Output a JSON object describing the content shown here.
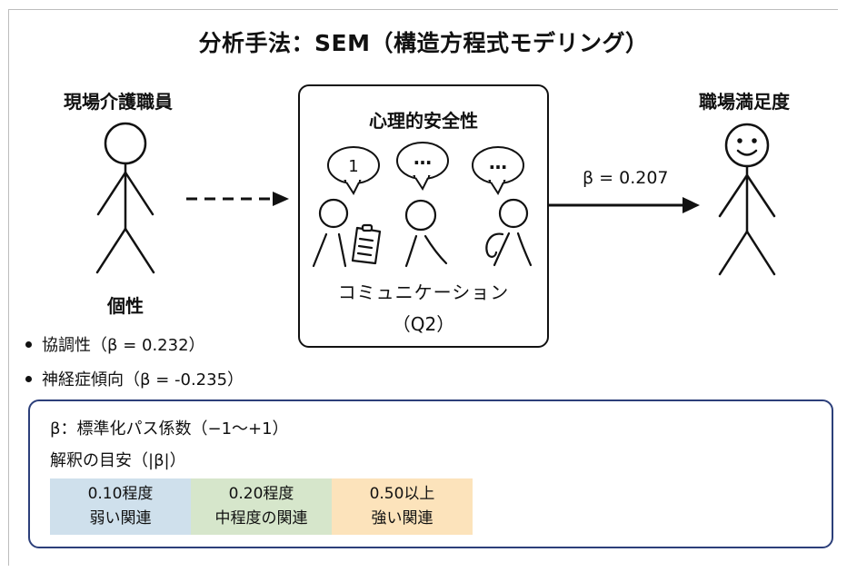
{
  "title": "分析手法：SEM（構造方程式モデリング）",
  "left_group": {
    "label": "現場介護職員",
    "sublabel": "個性",
    "bullets": [
      "協調性（β = 0.232）",
      "神経症傾向（β = -0.235）"
    ]
  },
  "center_box": {
    "title": "心理的安全性",
    "bubbles": [
      "1",
      "…",
      "…"
    ],
    "label_line1": "コミュニケーション",
    "label_line2": "（Q2）"
  },
  "right_group": {
    "label": "職場満足度",
    "beta": "β = 0.207"
  },
  "legend": {
    "line1": "β：標準化パス係数（−1〜+1）",
    "line2": "解釈の目安（|β|）",
    "cells": [
      {
        "value": "0.10程度",
        "text": "弱い関連",
        "color": "#cfe0ec"
      },
      {
        "value": "0.20程度",
        "text": "中程度の関連",
        "color": "#d6e6cb"
      },
      {
        "value": "0.50以上",
        "text": "強い関連",
        "color": "#fce3bb"
      }
    ],
    "border_color": "#2c3f7a"
  }
}
